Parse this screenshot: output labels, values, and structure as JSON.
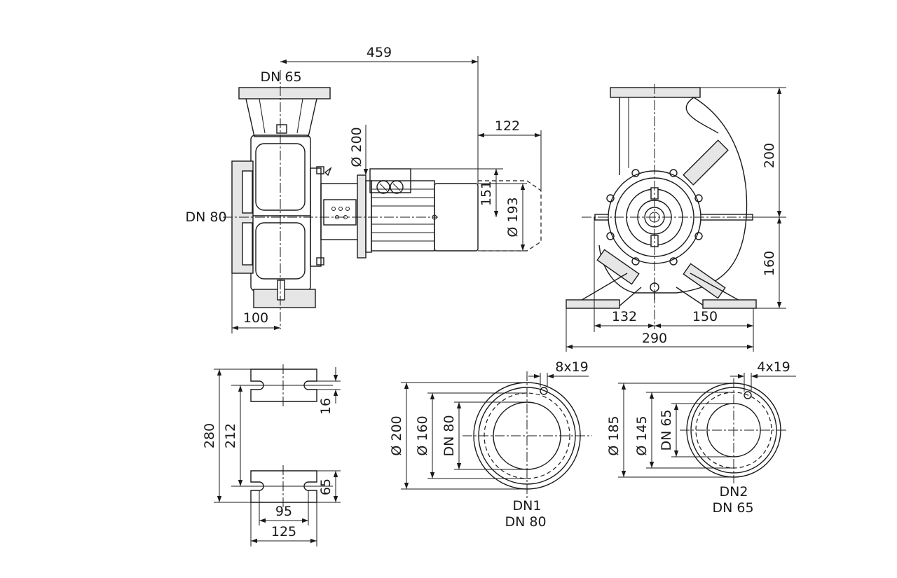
{
  "side_view": {
    "dim_length_459": "459",
    "dim_motor_122": "122",
    "dim_motor_diam_200": "Ø 200",
    "dim_151": "151",
    "dim_motor_diam_193": "Ø 193",
    "dim_100": "100",
    "label_outlet": "DN 65",
    "label_inlet": "DN 80"
  },
  "front_view": {
    "dim_height_200": "200",
    "dim_height_160": "160",
    "dim_132": "132",
    "dim_150": "150",
    "dim_290": "290"
  },
  "foot_view": {
    "dim_280": "280",
    "dim_212": "212",
    "dim_16": "16",
    "dim_65": "65",
    "dim_95": "95",
    "dim_125": "125"
  },
  "flange_dn1": {
    "bolt_holes": "8x19",
    "dim_outer": "Ø 200",
    "dim_bolt_circle": "Ø 160",
    "dim_bore": "DN 80",
    "caption_id": "DN1",
    "caption_size": "DN 80"
  },
  "flange_dn2": {
    "bolt_holes": "4x19",
    "dim_outer": "Ø 185",
    "dim_bolt_circle": "Ø 145",
    "dim_bore": "DN 65",
    "caption_id": "DN2",
    "caption_size": "DN 65"
  }
}
